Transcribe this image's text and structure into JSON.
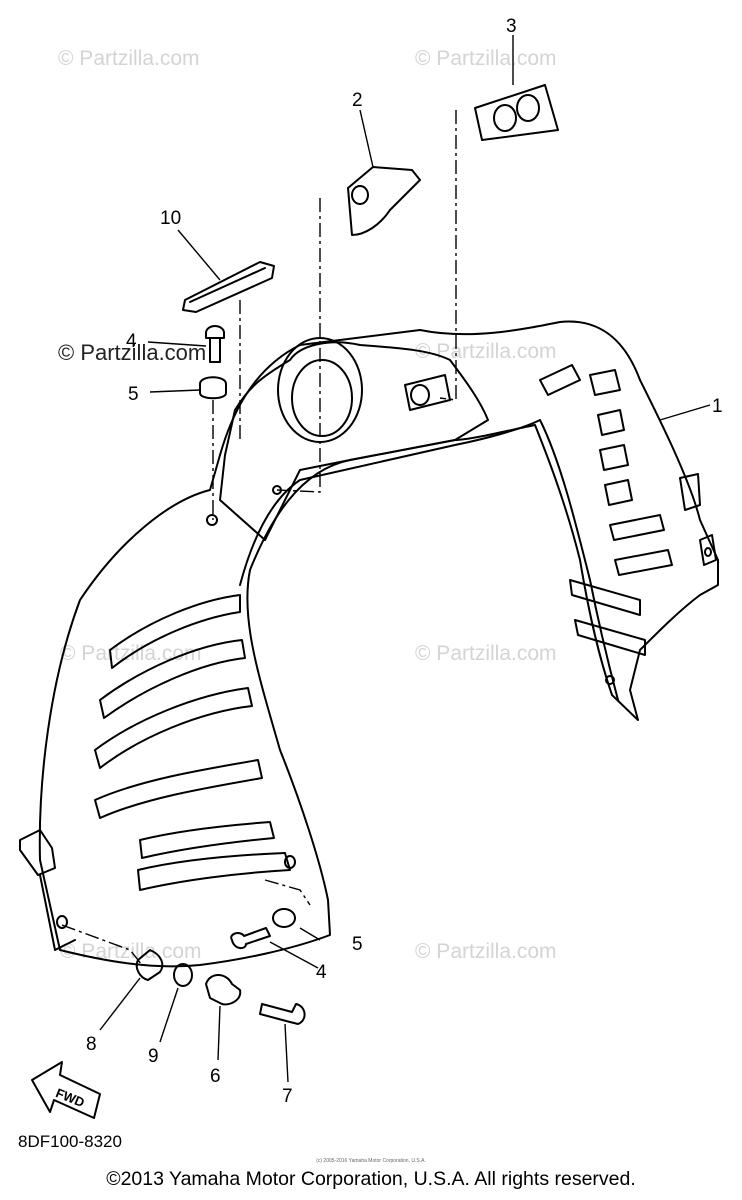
{
  "watermarks": {
    "brand": "© Partzilla.com",
    "dark": "© Partzilla.com"
  },
  "part_numbers": {
    "p1": "1",
    "p2": "2",
    "p3": "3",
    "p4_top": "4",
    "p5_top": "5",
    "p4_bottom": "4",
    "p5_bottom": "5",
    "p6": "6",
    "p7": "7",
    "p8": "8",
    "p9": "9",
    "p10": "10"
  },
  "fwd_label": "FWD",
  "diagram_code": "8DF100-8320",
  "tiny_note": "(c) 2005-2016 Yamaha Motor Corporation, U.S.A.",
  "copyright": "©2013 Yamaha Motor Corporation, U.S.A. All rights reserved."
}
